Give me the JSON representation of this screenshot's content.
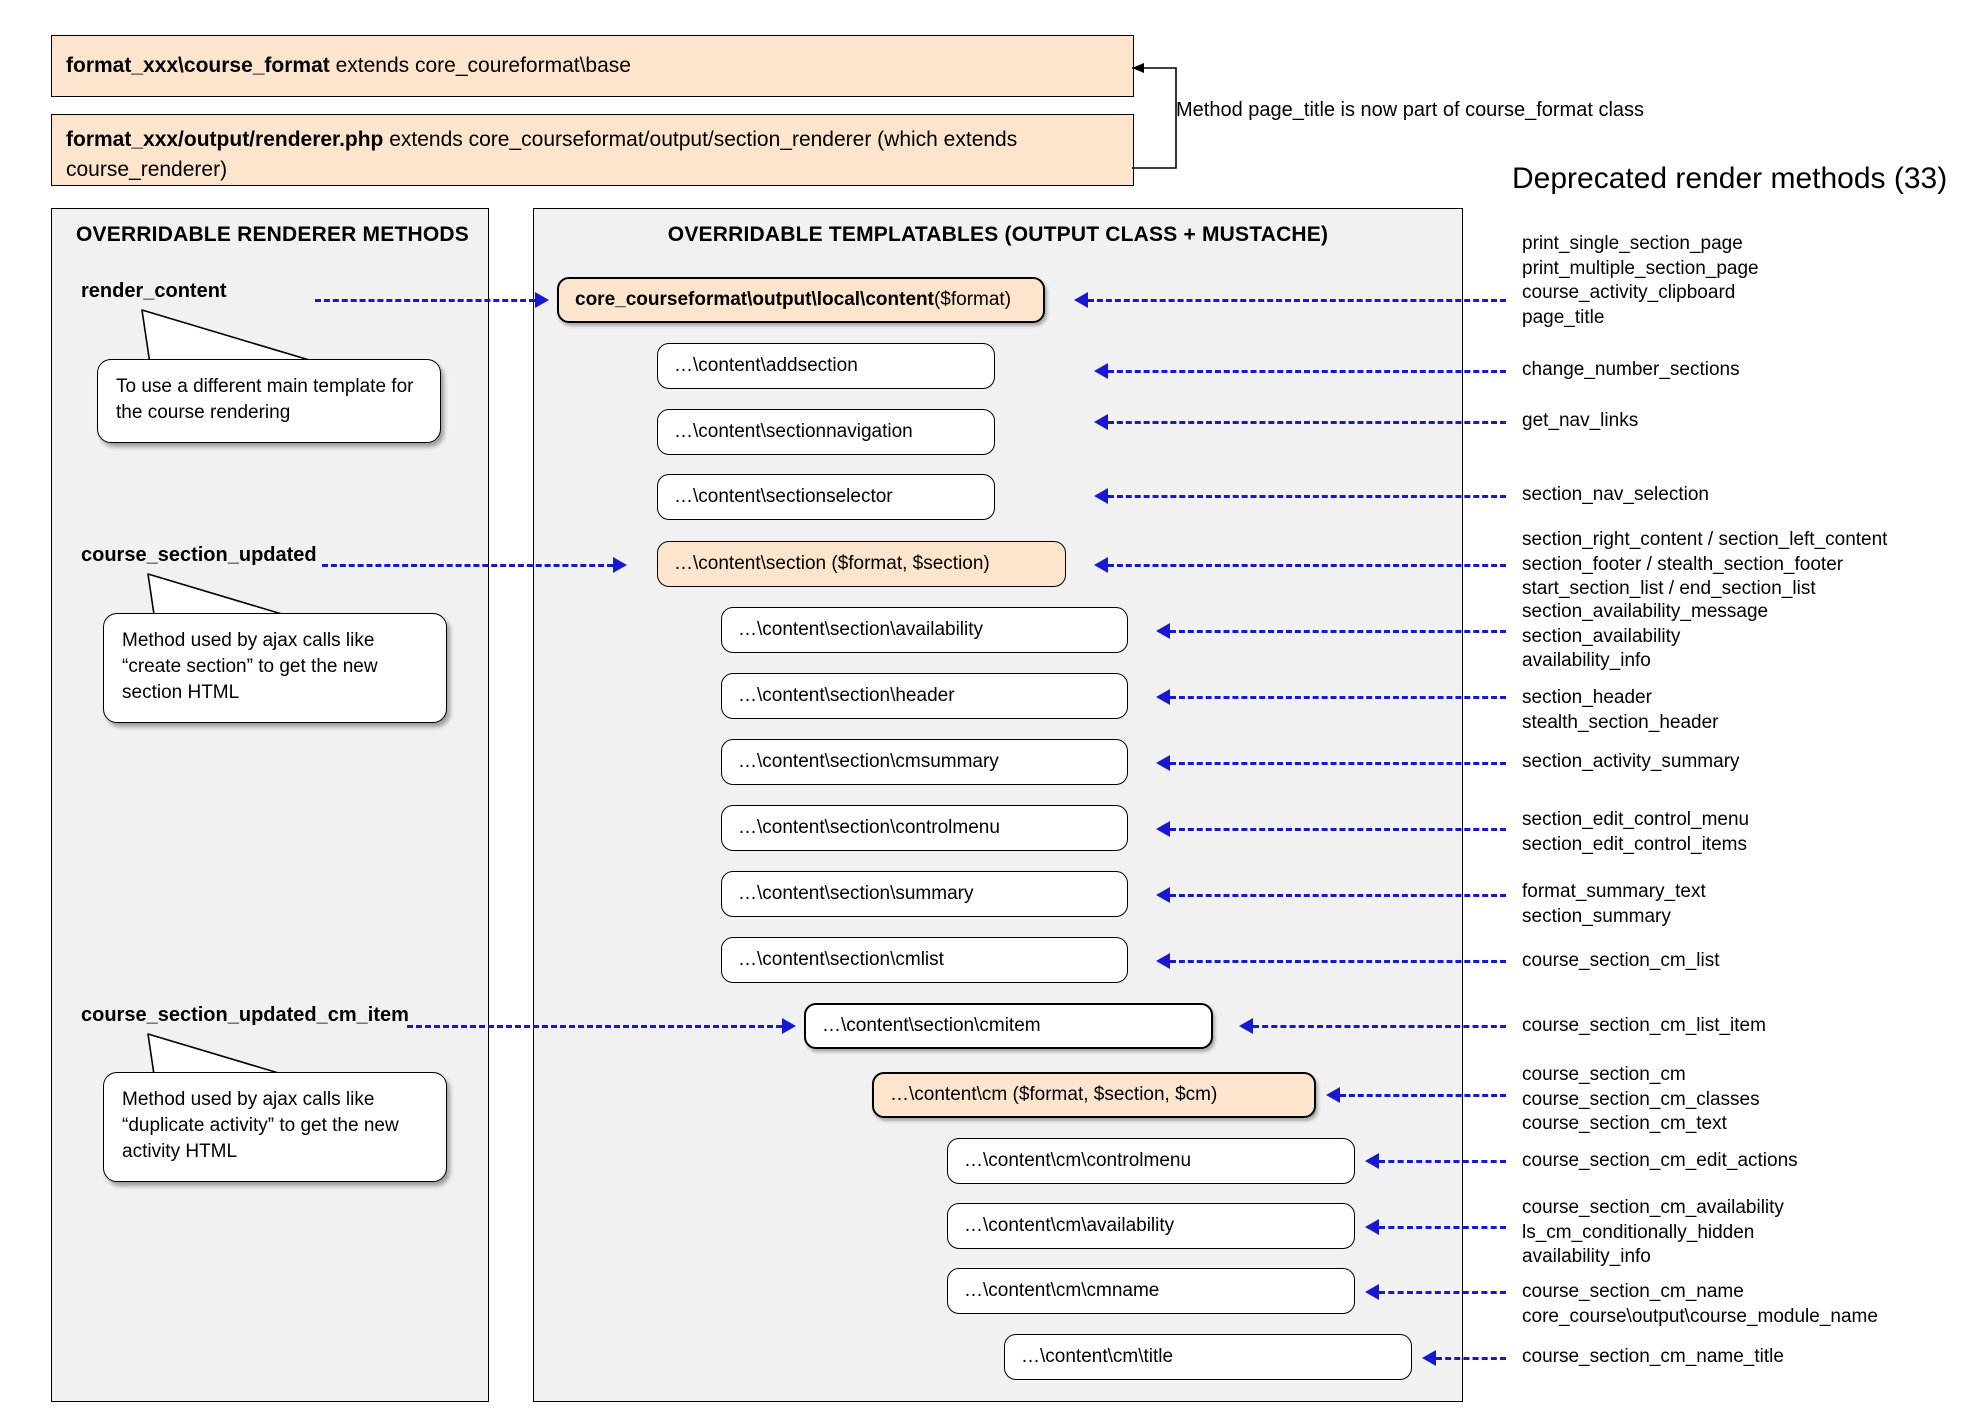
{
  "diagram": {
    "title": "Deprecated render methods (33)",
    "note": "Method page_title is now part of course_format class",
    "class_boxes": [
      {
        "strong": "format_xxx\\course_format",
        "rest": " extends core_coureformat\\base"
      },
      {
        "strong": "format_xxx/output/renderer.php",
        "rest": " extends core_courseformat/output/section_renderer (which extends course_renderer)"
      }
    ],
    "left_panel": {
      "heading": "OVERRIDABLE RENDERER METHODS",
      "methods": [
        {
          "name": "render_content",
          "callout": "To use a different main template for the course rendering"
        },
        {
          "name": "course_section_updated",
          "callout": "Method used by ajax calls like “create section” to get the new section HTML"
        },
        {
          "name": "course_section_updated_cm_item",
          "callout": "Method used by ajax calls like “duplicate activity” to get the new activity HTML"
        }
      ]
    },
    "center_panel": {
      "heading": "OVERRIDABLE TEMPLATABLES (OUTPUT CLASS + MUSTACHE)",
      "boxes": [
        {
          "label": "core_courseformat\\output\\local\\content",
          "args": " ($format)",
          "accent": true,
          "bold": true,
          "strong": true
        },
        {
          "label": "…\\content\\addsection",
          "args": "",
          "accent": false,
          "bold": false,
          "strong": false
        },
        {
          "label": "…\\content\\sectionnavigation",
          "args": "",
          "accent": false,
          "bold": false,
          "strong": false
        },
        {
          "label": "…\\content\\sectionselector",
          "args": "",
          "accent": false,
          "bold": false,
          "strong": false
        },
        {
          "label": "…\\content\\section ($format, $section)",
          "args": "",
          "accent": true,
          "bold": false,
          "strong": false
        },
        {
          "label": "…\\content\\section\\availability",
          "args": "",
          "accent": false,
          "bold": false,
          "strong": false
        },
        {
          "label": "…\\content\\section\\header",
          "args": "",
          "accent": false,
          "bold": false,
          "strong": false
        },
        {
          "label": "…\\content\\section\\cmsummary",
          "args": "",
          "accent": false,
          "bold": false,
          "strong": false
        },
        {
          "label": "…\\content\\section\\controlmenu",
          "args": "",
          "accent": false,
          "bold": false,
          "strong": false
        },
        {
          "label": "…\\content\\section\\summary",
          "args": "",
          "accent": false,
          "bold": false,
          "strong": false
        },
        {
          "label": "…\\content\\section\\cmlist",
          "args": "",
          "accent": false,
          "bold": false,
          "strong": false
        },
        {
          "label": "…\\content\\section\\cmitem",
          "args": "",
          "accent": false,
          "bold": false,
          "strong": true
        },
        {
          "label": "…\\content\\cm ($format, $section, $cm)",
          "args": "",
          "accent": true,
          "bold": false,
          "strong": true
        },
        {
          "label": "…\\content\\cm\\controlmenu",
          "args": "",
          "accent": false,
          "bold": false,
          "strong": false
        },
        {
          "label": "…\\content\\cm\\availability",
          "args": "",
          "accent": false,
          "bold": false,
          "strong": false
        },
        {
          "label": "…\\content\\cm\\cmname",
          "args": "",
          "accent": false,
          "bold": false,
          "strong": false
        },
        {
          "label": "…\\content\\cm\\title",
          "args": "",
          "accent": false,
          "bold": false,
          "strong": false
        }
      ]
    },
    "deprecated_groups": [
      {
        "lines": [
          "print_single_section_page",
          "print_multiple_section_page",
          "course_activity_clipboard",
          "page_title"
        ]
      },
      {
        "lines": [
          "change_number_sections"
        ]
      },
      {
        "lines": [
          "get_nav_links"
        ]
      },
      {
        "lines": [
          "section_nav_selection"
        ]
      },
      {
        "lines": [
          "section_right_content / section_left_content",
          "section_footer / stealth_section_footer",
          "start_section_list / end_section_list"
        ]
      },
      {
        "lines": [
          "section_availability_message",
          "section_availability",
          "availability_info"
        ]
      },
      {
        "lines": [
          "section_header",
          "stealth_section_header"
        ]
      },
      {
        "lines": [
          "section_activity_summary"
        ]
      },
      {
        "lines": [
          "section_edit_control_menu",
          "section_edit_control_items"
        ]
      },
      {
        "lines": [
          "format_summary_text",
          "section_summary"
        ]
      },
      {
        "lines": [
          "course_section_cm_list"
        ]
      },
      {
        "lines": [
          "course_section_cm_list_item"
        ]
      },
      {
        "lines": [
          "course_section_cm",
          "course_section_cm_classes",
          "course_section_cm_text"
        ]
      },
      {
        "lines": [
          "course_section_cm_edit_actions"
        ]
      },
      {
        "lines": [
          "course_section_cm_availability",
          "ls_cm_conditionally_hidden",
          "availability_info"
        ]
      },
      {
        "lines": [
          "course_section_cm_name",
          "core_course\\output\\course_module_name"
        ]
      },
      {
        "lines": [
          "course_section_cm_name_title"
        ]
      }
    ],
    "colors": {
      "accent": "#fce4cd",
      "panel": "#f1f1f1",
      "connector": "#1818d0"
    }
  }
}
